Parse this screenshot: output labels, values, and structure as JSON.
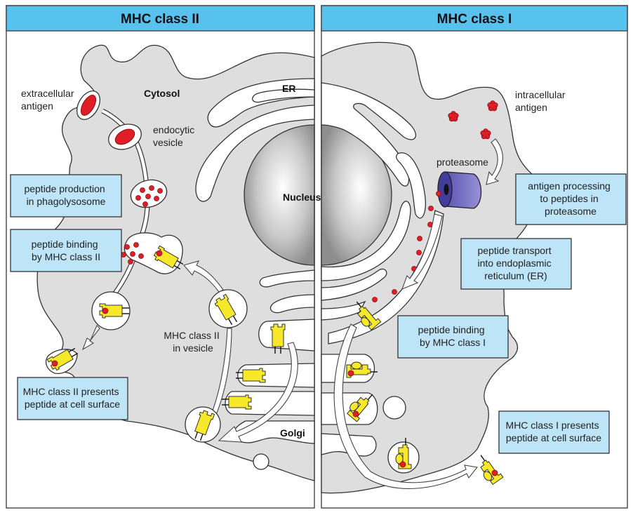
{
  "panels": {
    "left": {
      "title": "MHC class II",
      "labels": {
        "extracellular_antigen": [
          "extracellular",
          "antigen"
        ],
        "cytosol": "Cytosol",
        "endocytic_vesicle": [
          "endocytic",
          "vesicle"
        ],
        "er": "ER",
        "nucleus": "Nucleus",
        "mhc_vesicle": [
          "MHC class II",
          "in vesicle"
        ],
        "golgi": "Golgi"
      },
      "boxes": [
        [
          "peptide production",
          "in phagolysosome"
        ],
        [
          "peptide binding",
          "by MHC class II"
        ],
        [
          "MHC class II presents",
          "peptide at cell surface"
        ]
      ]
    },
    "right": {
      "title": "MHC class I",
      "labels": {
        "intracellular_antigen": [
          "intracellular",
          "antigen"
        ],
        "proteasome": "proteasome"
      },
      "boxes": [
        [
          "antigen processing",
          "to peptides in",
          "proteasome"
        ],
        [
          "peptide transport",
          "into endoplasmic",
          "reticulum (ER)"
        ],
        [
          "peptide binding",
          "by MHC class I"
        ],
        [
          "MHC class I presents",
          "peptide at cell surface"
        ]
      ]
    }
  },
  "colors": {
    "header": "#58c2ef",
    "infobox": "#bde4f7",
    "cytosol": "#dedede",
    "antigen": "#e01e26",
    "mhc": "#f7e92a",
    "proteasome": "#7b74c4"
  }
}
